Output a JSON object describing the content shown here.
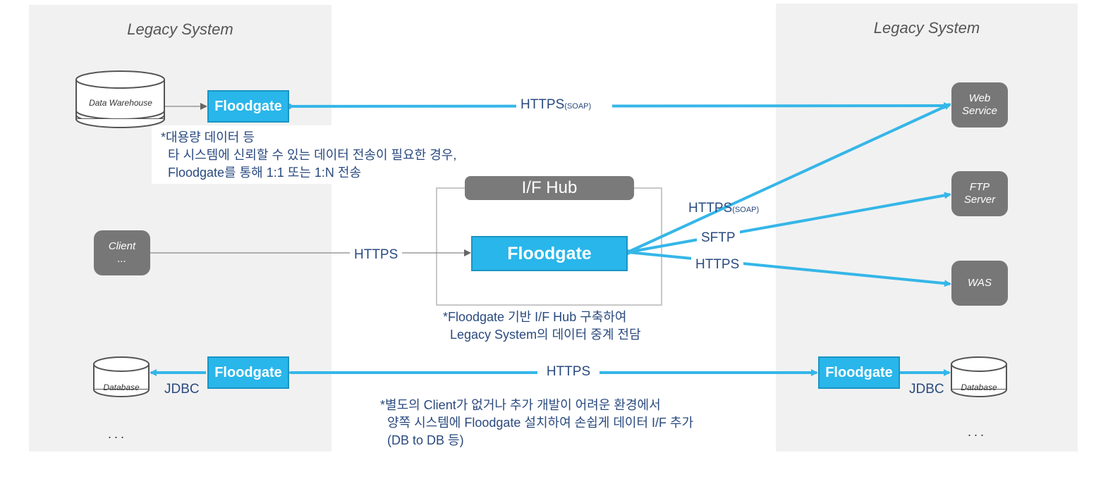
{
  "panels": {
    "left_title": "Legacy System",
    "right_title": "Legacy System"
  },
  "nodes": {
    "data_warehouse": "Data Warehouse",
    "floodgate_top": "Floodgate",
    "floodgate_hub": "Floodgate",
    "floodgate_bottom_left": "Floodgate",
    "floodgate_bottom_right": "Floodgate",
    "web_service_line1": "Web",
    "web_service_line2": "Service",
    "ftp_server_line1": "FTP",
    "ftp_server_line2": "Server",
    "was": "WAS",
    "client_line1": "Client",
    "client_line2": "...",
    "database_left": "Database",
    "database_right": "Database",
    "hub_title": "I/F Hub"
  },
  "edges": {
    "top_https": "HTTPS",
    "top_https_sub": "(SOAP)",
    "hub_https_soap": "HTTPS",
    "hub_https_soap_sub": "(SOAP)",
    "hub_sftp": "SFTP",
    "hub_https": "HTTPS",
    "client_https": "HTTPS",
    "bottom_https": "HTTPS",
    "jdbc_left": "JDBC",
    "jdbc_right": "JDBC"
  },
  "notes": {
    "note1": "*대용량 데이터 등\n  타 시스템에 신뢰할 수 있는 데이터 전송이 필요한 경우,\n  Floodgate를 통해 1:1 또는 1:N 전송",
    "note2": "*Floodgate 기반 I/F Hub 구축하여\n  Legacy System의 데이터 중계 전담",
    "note3": "*별도의 Client가 없거나 추가 개발이 어려운 환경에서\n  양쪽 시스템에 Floodgate 설치하여 손쉽게 데이터 I/F 추가\n  (DB to DB 등)"
  },
  "ellipsis": {
    "left": "...",
    "right": "..."
  },
  "colors": {
    "accent": "#29b6ea",
    "text": "#2a4a7f",
    "panel": "#f1f1f1",
    "node_gray": "#777777"
  }
}
